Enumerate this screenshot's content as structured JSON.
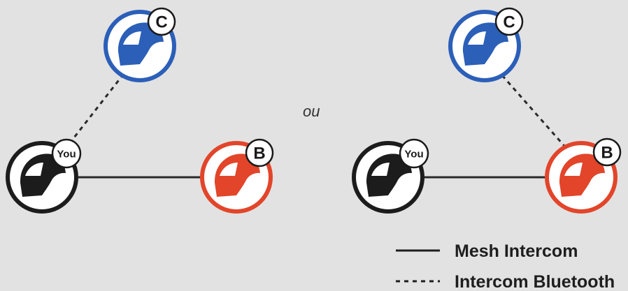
{
  "colors": {
    "background": "#e2e2e2",
    "you": "#1c1c1c",
    "b": "#e2452a",
    "c": "#2b5fb8",
    "line": "#2a2a2a"
  },
  "separator": "ou",
  "nodes": {
    "you_badge": "You",
    "b_badge": "B",
    "c_badge": "C"
  },
  "legend": {
    "mesh": "Mesh Intercom",
    "bluetooth": "Intercom Bluetooth"
  },
  "icons": {
    "node": "helmet-icon",
    "solid_link": "mesh-intercom-line",
    "dashed_link": "bluetooth-intercom-line"
  }
}
